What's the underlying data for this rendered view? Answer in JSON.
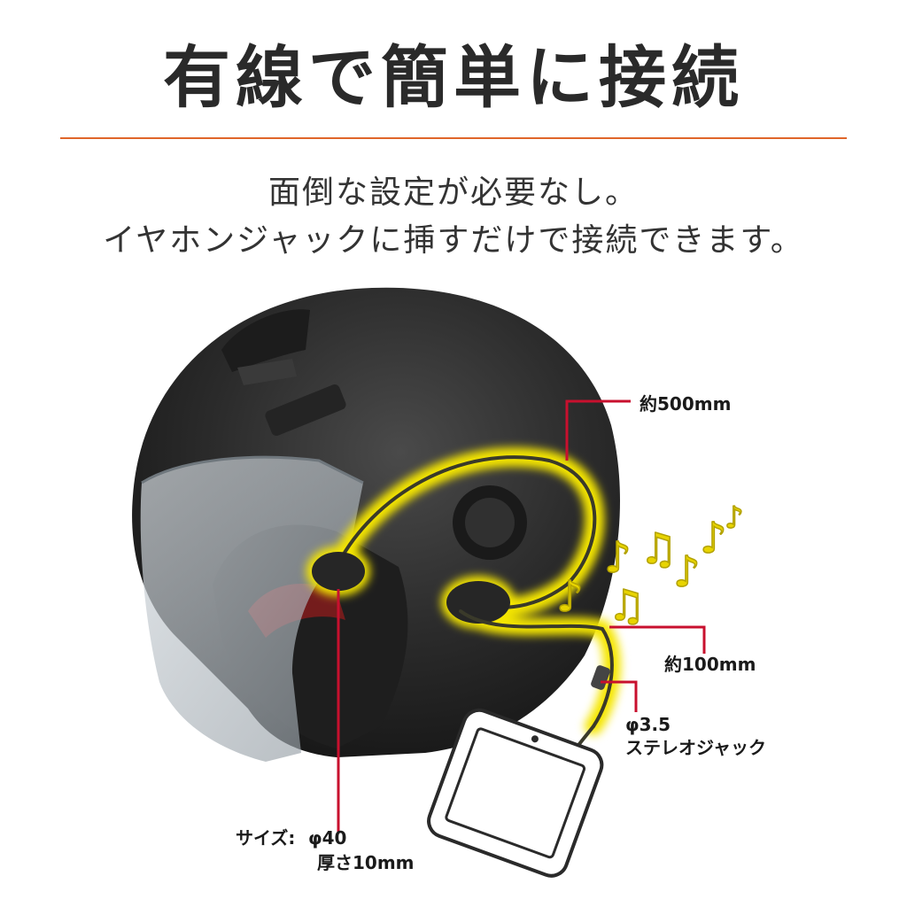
{
  "headline": "有線で簡単に接続",
  "subtitle_lines": [
    "面倒な設定が必要なし。",
    "イヤホンジャックに挿すだけで接続できます。"
  ],
  "labels": {
    "cable_length": "約500mm",
    "branch_length": "約100mm",
    "jack_size": "φ3.5",
    "jack_type": "ステレオジャック",
    "size_prefix": "サイズ:",
    "speaker_diameter": "φ40",
    "speaker_thickness": "厚さ10mm"
  },
  "colors": {
    "divider": "#e0662a",
    "leader_line": "#c8102e",
    "glow": "#f5e600",
    "helmet": "#2b2b2b",
    "visor": "#b8c0c6",
    "music_note": "#e8d400"
  },
  "icons": [
    "helmet-image",
    "earphone-speaker-icon",
    "music-note-icon",
    "smartphone-icon"
  ]
}
